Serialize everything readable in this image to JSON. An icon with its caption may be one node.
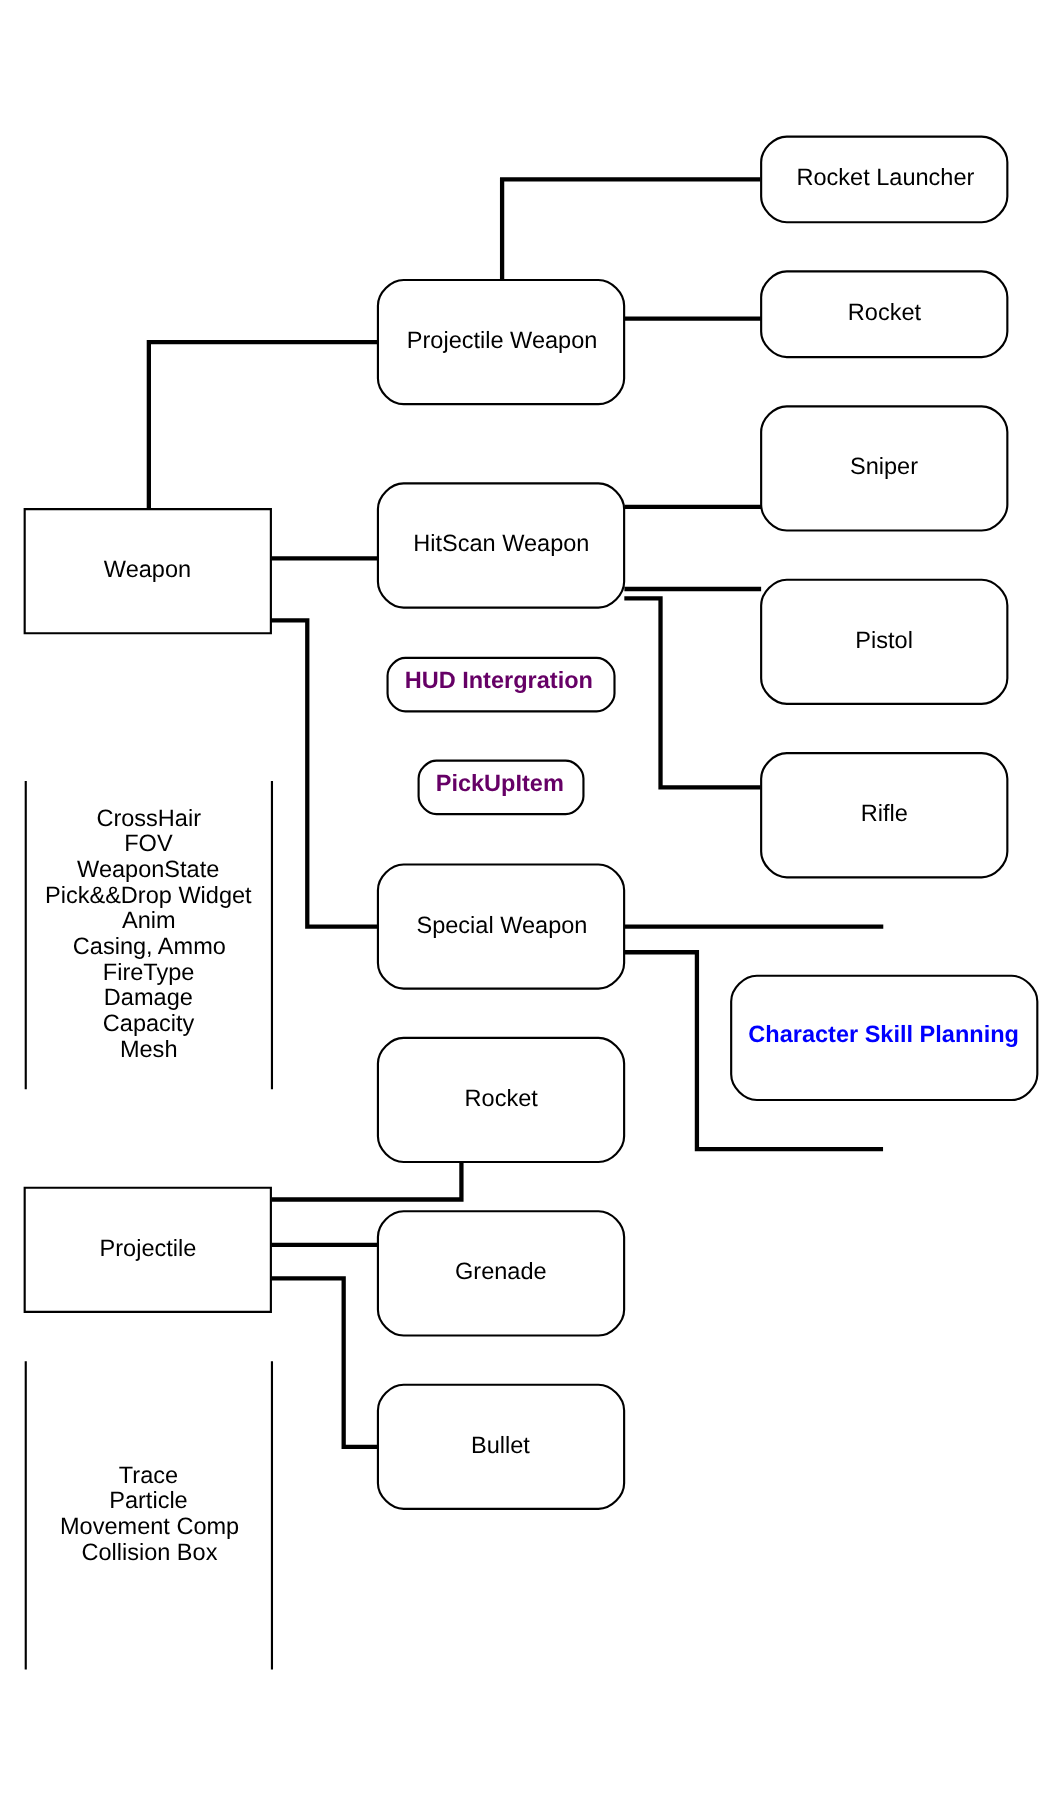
{
  "diagram": {
    "nodes": [
      {
        "text": [
          "Weapon"
        ]
      },
      {
        "text": [
          "CrossHair",
          "FOV",
          "WeaponState",
          "Pick&&Drop Widget",
          "Anim",
          "Casing, Ammo",
          "FireType",
          "Damage",
          "Capacity",
          "Mesh"
        ]
      },
      {
        "text": [
          "Projectile Weapon"
        ]
      },
      {
        "text": [
          "HitScan Weapon"
        ]
      },
      {
        "text": [
          "Special Weapon"
        ]
      },
      {
        "text": [
          "Rocket Launcher"
        ]
      },
      {
        "text": [
          "Rocket"
        ]
      },
      {
        "text": [
          "Sniper"
        ]
      },
      {
        "text": [
          "Pistol"
        ]
      },
      {
        "text": [
          "Rifle"
        ]
      },
      {
        "text": [
          "Character Skill Planning"
        ]
      },
      {
        "text": [
          "HUD Intergration"
        ]
      },
      {
        "text": [
          "PickUpItem"
        ]
      },
      {
        "text": [
          "Projectile"
        ]
      },
      {
        "text": [
          "Trace",
          "Particle",
          "Movement Comp",
          "Collision Box"
        ]
      },
      {
        "text": [
          "Rocket"
        ]
      },
      {
        "text": [
          "Grenade"
        ]
      },
      {
        "text": [
          "Bullet"
        ]
      }
    ],
    "edges": [
      {
        "from": 0,
        "to": 2,
        "arrow": "none"
      },
      {
        "from": 0,
        "to": 3,
        "arrow": "none"
      },
      {
        "from": 0,
        "to": 4,
        "arrow": "none"
      },
      {
        "from": 2,
        "to": 5,
        "arrow": "none"
      },
      {
        "from": 2,
        "to": 6,
        "arrow": "none"
      },
      {
        "from": 3,
        "to": 7,
        "arrow": "none"
      },
      {
        "from": 3,
        "to": 8,
        "arrow": "none"
      },
      {
        "from": 3,
        "to": 9,
        "arrow": "none"
      },
      {
        "from": 4,
        "to": null,
        "arrow": "none"
      },
      {
        "from": 4,
        "to": null,
        "arrow": "none"
      },
      {
        "from": 13,
        "to": 15,
        "arrow": "none"
      },
      {
        "from": 13,
        "to": 16,
        "arrow": "none"
      },
      {
        "from": 13,
        "to": 17,
        "arrow": "none"
      }
    ]
  }
}
